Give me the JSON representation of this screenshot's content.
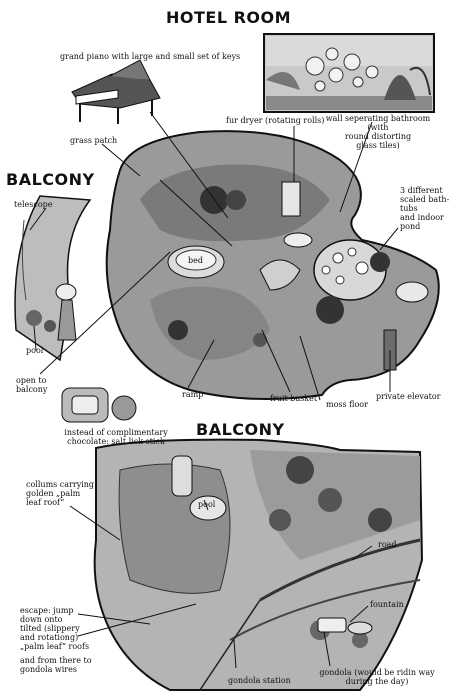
{
  "titles": {
    "hotel_room": "HOTEL ROOM",
    "balcony_left": "BALCONY",
    "balcony_bottom": "BALCONY"
  },
  "labels": {
    "grand_piano": "grand piano with large and small set of keys",
    "fur_dryer": "fur dryer (rotating rolls)",
    "wall_bathroom": [
      "wall seperating bathroom (with",
      "round distorting",
      "glass tiles)"
    ],
    "grass_patch": "grass patch",
    "scaled_bathtubs": [
      "3 different",
      "scaled bath-",
      "tubs",
      "and indoor",
      "pond"
    ],
    "telescope": "telescope",
    "bed": "bed",
    "pool_top": "pool",
    "open_balcony": [
      "open to",
      "balcony"
    ],
    "ramp": "ramp",
    "fruit_basket": "fruit basket",
    "moss_floor": "moss floor",
    "private_elevator": "private elevator",
    "salt_lick": [
      "instead of complimentary",
      "chocolate: salt lick stick"
    ],
    "collums": [
      "collums carrying",
      "golden „palm",
      "leaf roof“"
    ],
    "pool_bottom": "pool",
    "road": "road",
    "fountain": "fountain",
    "escape": [
      "escape: jump",
      "down onto",
      "tilted (slippery",
      "and rotationg)",
      "„palm leaf“ roofs"
    ],
    "gondola_wires": [
      "and from there to",
      "gondola wires"
    ],
    "gondola_station": "gondola station",
    "gondola_note": [
      "gondola (would be ridin way",
      "during the day)"
    ]
  }
}
